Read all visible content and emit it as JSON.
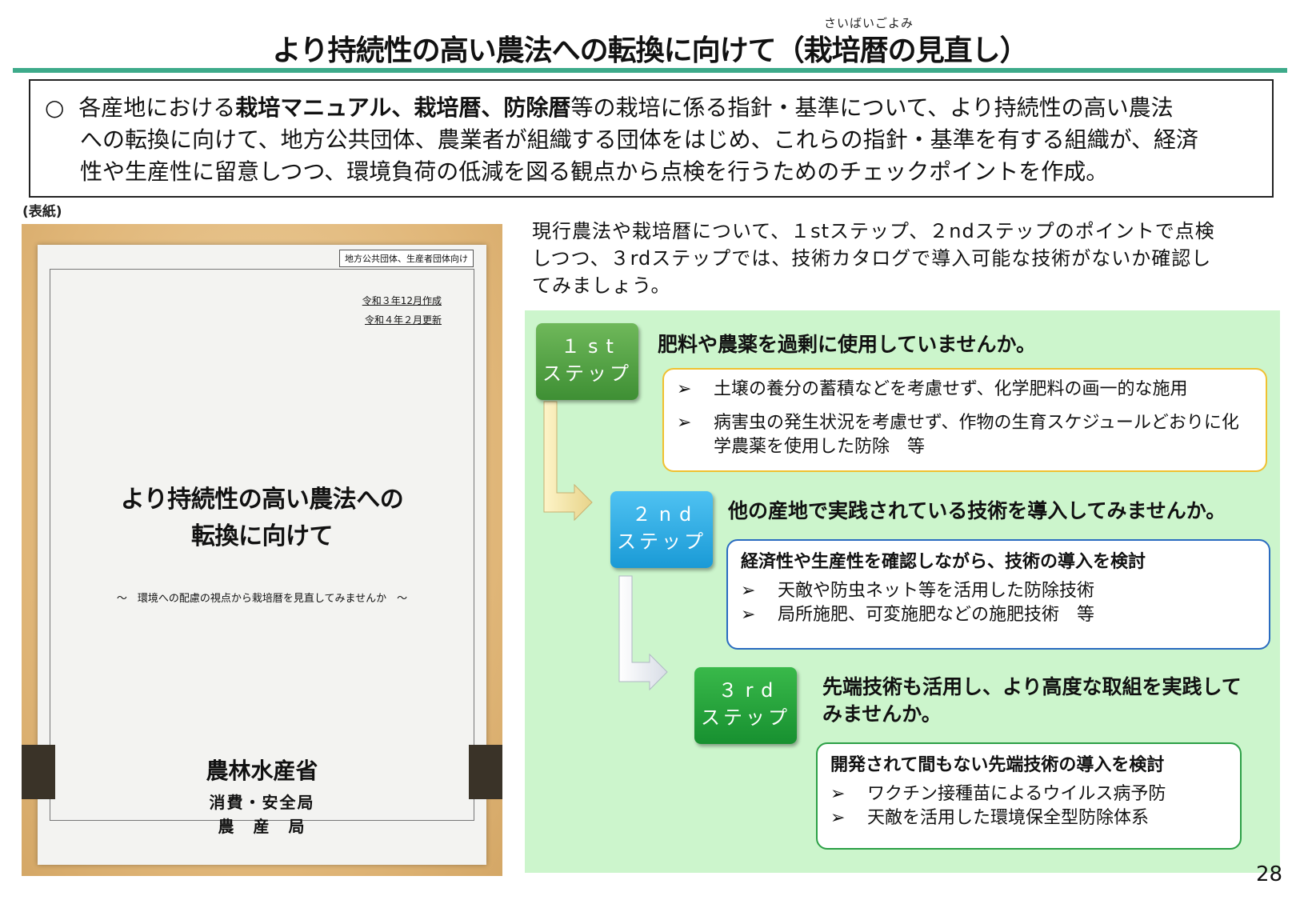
{
  "header": {
    "ruby": "さいばいごよみ",
    "title": "より持続性の高い農法への転換に向けて（栽培暦の見直し）"
  },
  "summary": {
    "bullet": "○",
    "p1": "各産地における",
    "b1": "栽培マニュアル、栽培暦、防除暦",
    "p2": "等の栽培に係る指針・基準について、より持続性の高い農法",
    "line2": "への転換に向けて、地方公共団体、農業者が組織する団体をはじめ、これらの指針・基準を有する組織が、経済",
    "line3": "性や生産性に留意しつつ、環境負荷の低減を図る観点から点検を行うためのチェックポイントを作成。"
  },
  "cover": {
    "label": "(表紙)",
    "tag": "地方公共団体、生産者団体向け",
    "date1": "令和３年12月作成",
    "date2": "令和４年２月更新",
    "title_line1": "より持続性の高い農法への",
    "title_line2": "転換に向けて",
    "subtitle": "～　環境への配慮の視点から栽培暦を見直してみませんか　～",
    "ministry": "農林水産省",
    "bureau1": "消費・安全局",
    "bureau2": "農　産　局"
  },
  "intro": {
    "line1": "現行農法や栽培暦について、１stステップ、２ndステップのポイントで点検",
    "line2": "しつつ、３rdステップでは、技術カタログで導入可能な技術がないか確認し",
    "line3": "てみましょう。"
  },
  "steps": [
    {
      "num": "１st",
      "label": "ステップ",
      "question": "肥料や農薬を過剰に使用していませんか。",
      "items": [
        "土壌の養分の蓄積などを考慮せず、化学肥料の画一的な施用",
        "病害虫の発生状況を考慮せず、作物の生育スケジュールどおりに化学農薬を使用した防除　等"
      ]
    },
    {
      "num": "２nd",
      "label": "ステップ",
      "question": "他の産地で実践されている技術を導入してみませんか。",
      "box_heading": "経済性や生産性を確認しながら、技術の導入を検討",
      "items": [
        "天敵や防虫ネット等を活用した防除技術",
        "局所施肥、可変施肥などの施肥技術　等"
      ]
    },
    {
      "num": "３rd",
      "label": "ステップ",
      "question": "先端技術も活用し、より高度な取組を実践してみませんか。",
      "box_heading": "開発されて間もない先端技術の導入を検討",
      "items": [
        "ワクチン接種苗によるウイルス病予防",
        "天敵を活用した環境保全型防除体系"
      ]
    }
  ],
  "marker": "➢",
  "page_number": "28",
  "colors": {
    "title_rule": "#3daa8a",
    "panel_bg": "#ccf5cc",
    "step1": "#4fa040",
    "step2": "#29a8e0",
    "step3": "#22a23a",
    "box1_border": "#f0c030",
    "box2_border": "#2a6bc0",
    "box3_border": "#2ca046"
  }
}
